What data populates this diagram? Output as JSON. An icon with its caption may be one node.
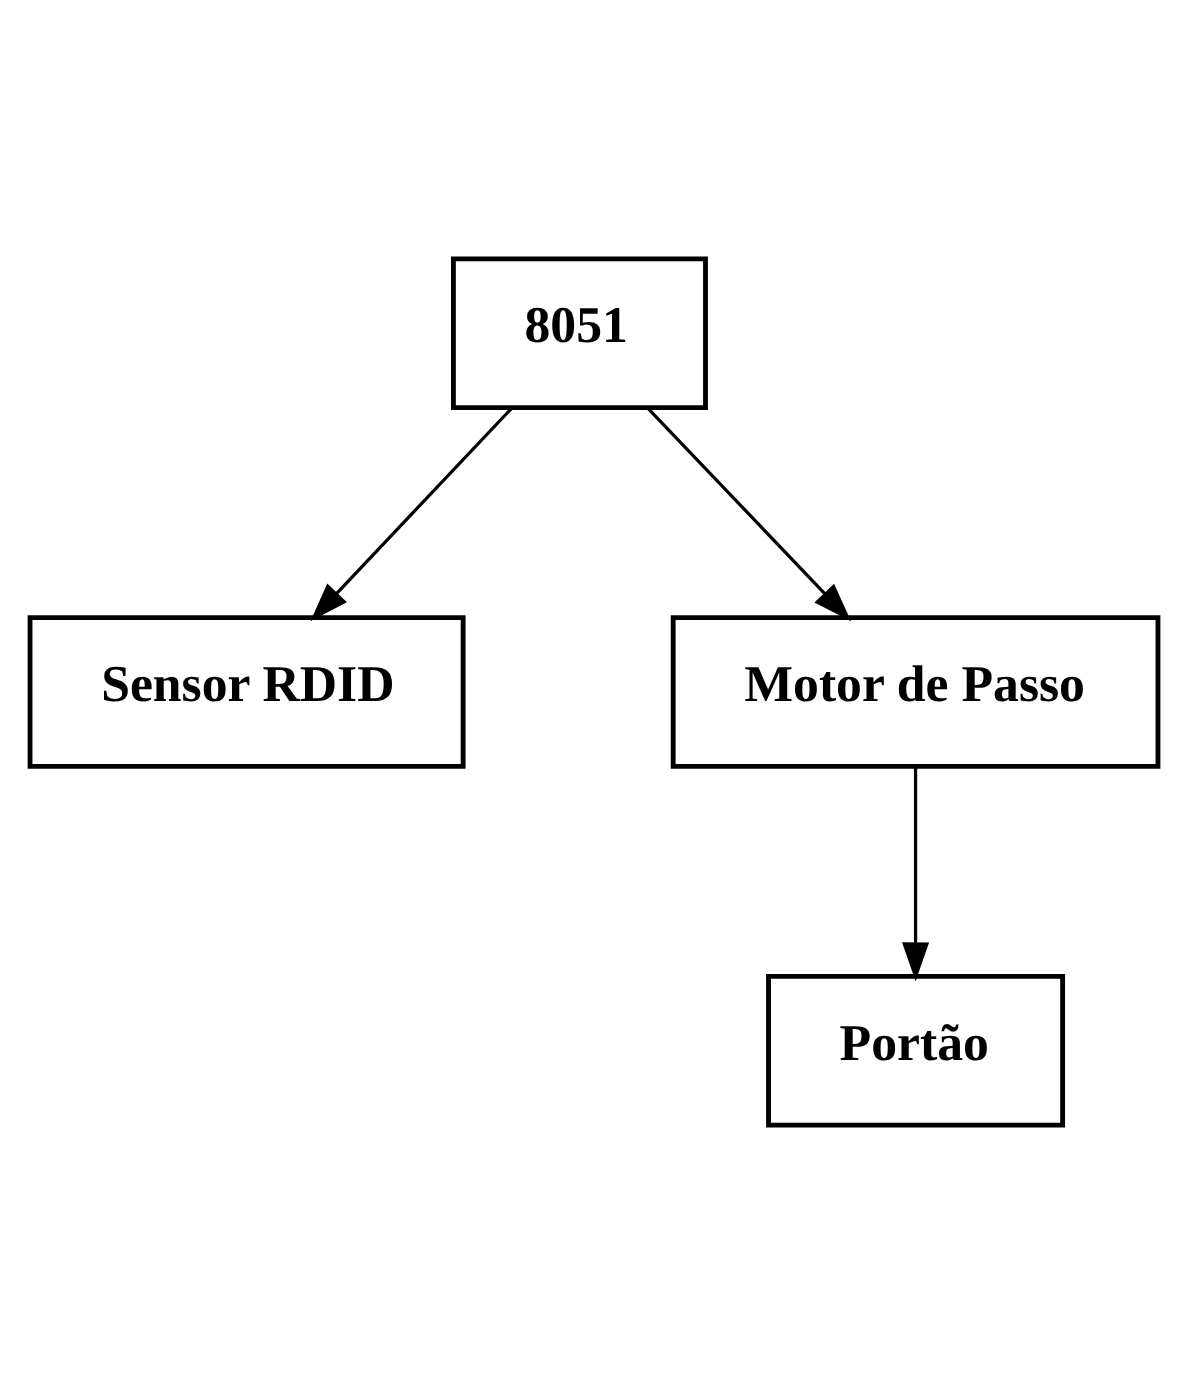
{
  "diagram": {
    "nodes": [
      {
        "text": [
          "8051"
        ]
      },
      {
        "text": [
          "Sensor RDID"
        ]
      },
      {
        "text": [
          "Motor de Passo"
        ]
      },
      {
        "text": [
          "Portão"
        ]
      }
    ],
    "edges": [
      {
        "from": 0,
        "to": 2,
        "arrow": "to"
      },
      {
        "from": 0,
        "to": 1,
        "arrow": "to"
      },
      {
        "from": 2,
        "to": 3,
        "arrow": "to"
      }
    ]
  }
}
